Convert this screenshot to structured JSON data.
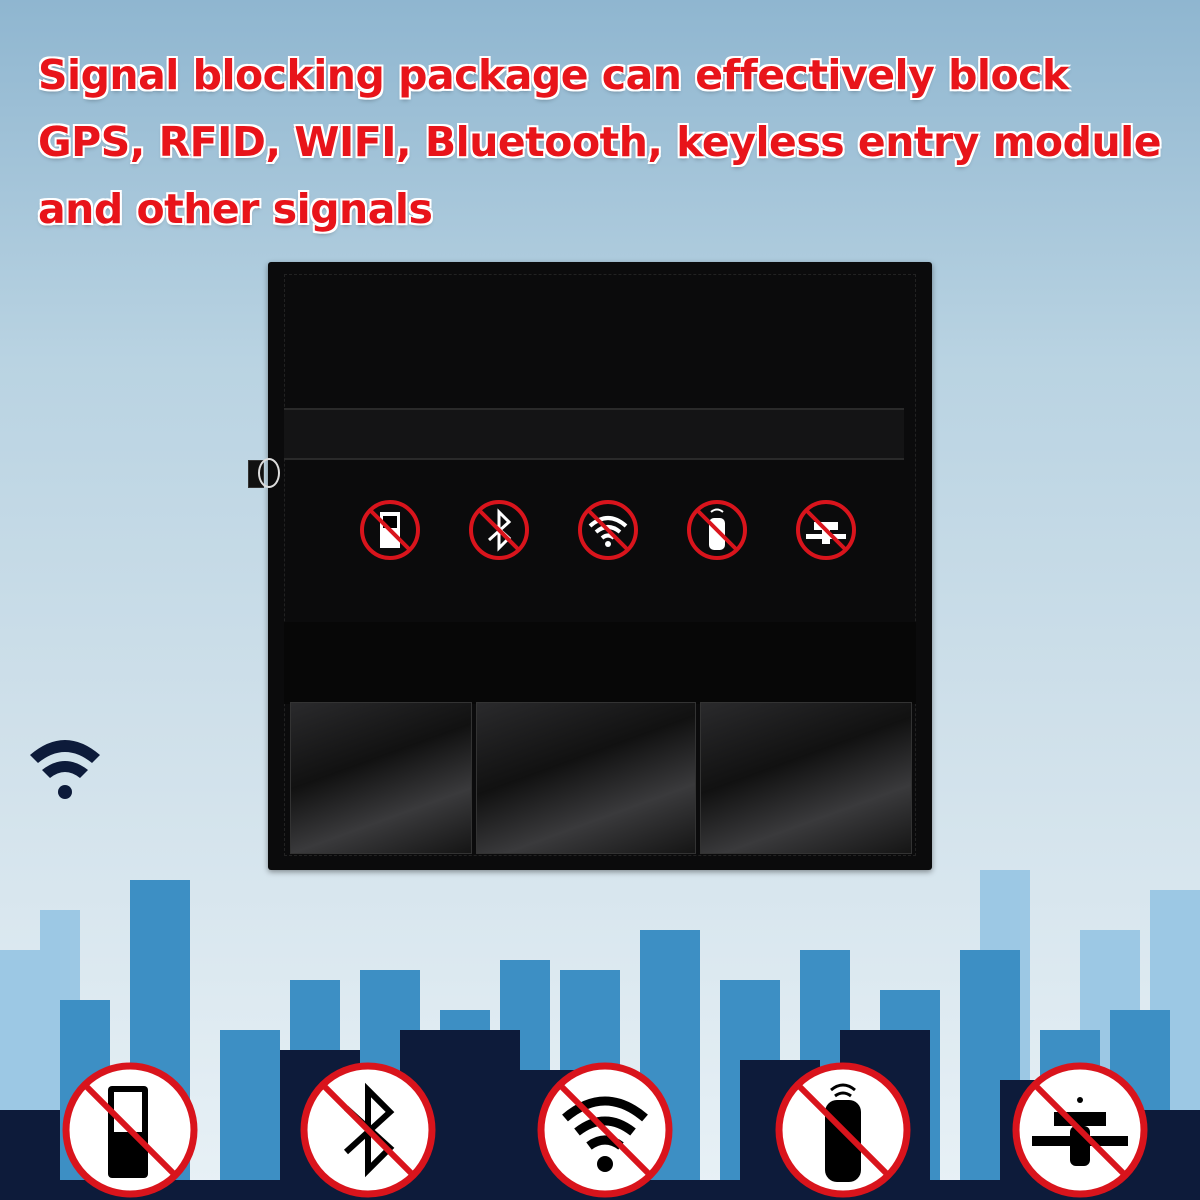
{
  "headline": {
    "line1": "Signal blocking package can effectively block",
    "line2": "GPS, RFID, WIFI, Bluetooth, keyless entry module",
    "line3": "and other signals"
  },
  "colors": {
    "headline_red": "#e8141a",
    "prohibit_red": "#d9141c",
    "pouch_black": "#0b0b0c",
    "skyline_dark": "#0d1b3a",
    "skyline_mid": "#3d8fc4",
    "skyline_light": "#9cc8e4"
  },
  "pouch_icons": [
    {
      "name": "no-cellphone-icon"
    },
    {
      "name": "no-bluetooth-icon"
    },
    {
      "name": "no-wifi-icon"
    },
    {
      "name": "no-key-fob-icon"
    },
    {
      "name": "no-satellite-icon"
    }
  ],
  "banner_icons": [
    {
      "name": "no-cellphone-icon"
    },
    {
      "name": "no-bluetooth-icon"
    },
    {
      "name": "no-wifi-icon"
    },
    {
      "name": "no-key-fob-icon"
    },
    {
      "name": "no-satellite-icon"
    }
  ]
}
